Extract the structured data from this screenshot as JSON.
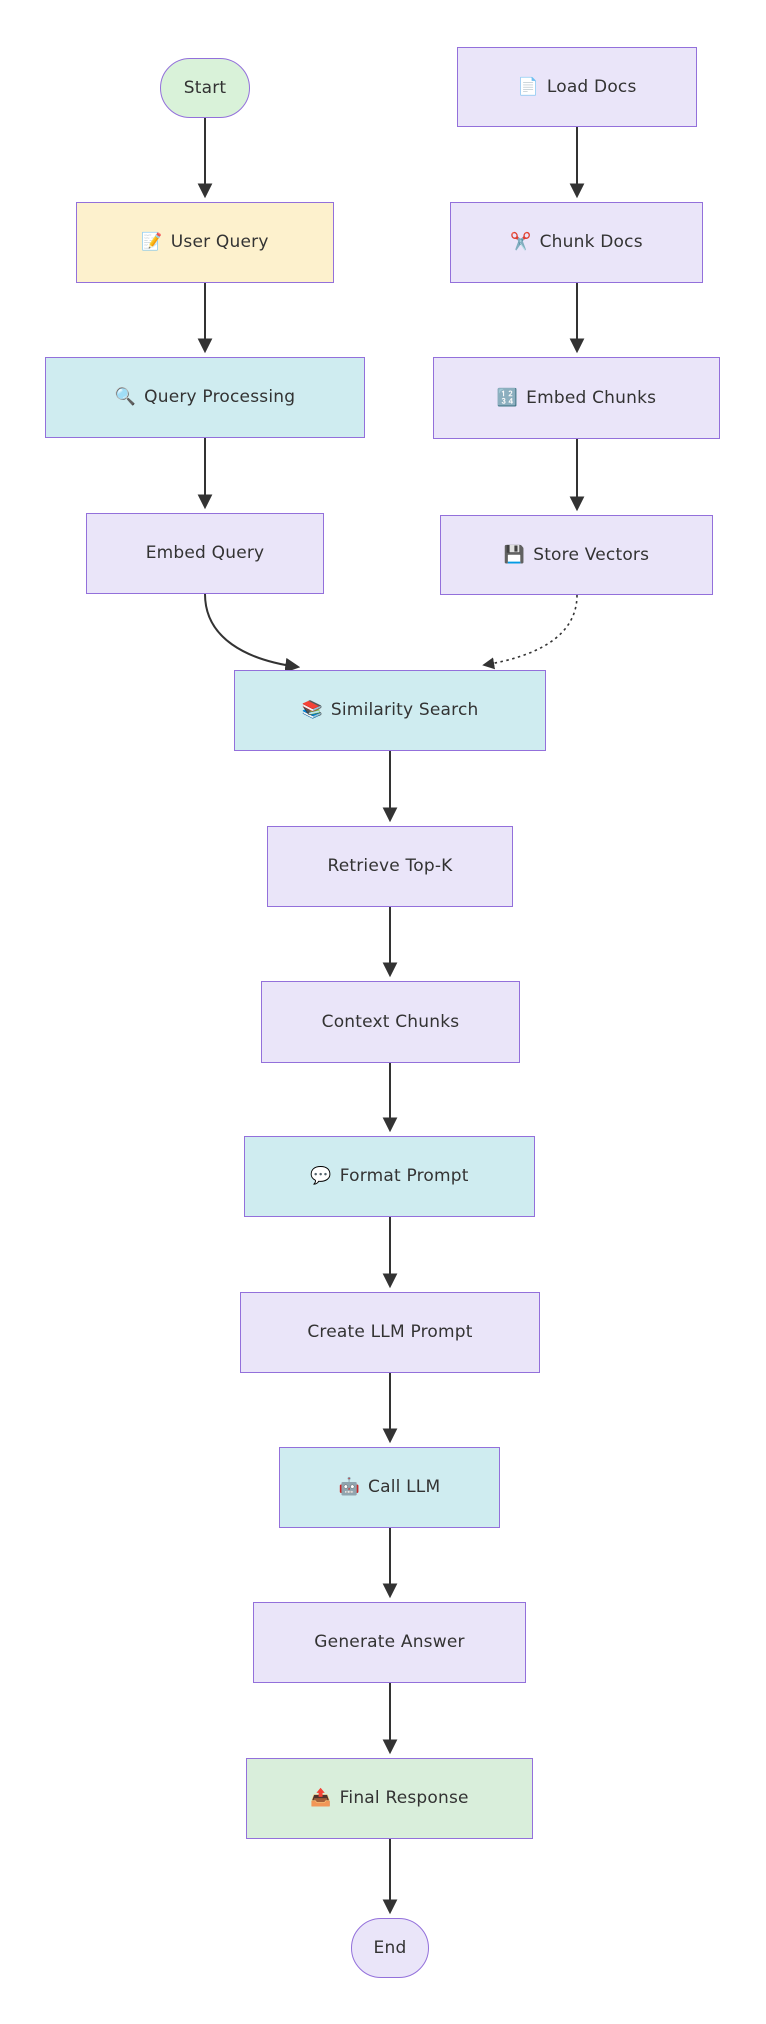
{
  "diagram_type": "flowchart",
  "nodes": {
    "start": {
      "label": "Start",
      "shape": "stadium",
      "fill": "#D9F2D9"
    },
    "load_docs": {
      "label": "Load Docs",
      "icon": "📄",
      "icon_name": "document-icon",
      "shape": "rect",
      "fill": "#EAE5F9"
    },
    "user_query": {
      "label": "User Query",
      "icon": "📝",
      "icon_name": "memo-icon",
      "shape": "rect",
      "fill": "#FDF1CD"
    },
    "chunk_docs": {
      "label": "Chunk Docs",
      "icon": "✂️",
      "icon_name": "scissors-icon",
      "shape": "rect",
      "fill": "#EAE5F9"
    },
    "query_processing": {
      "label": "Query Processing",
      "icon": "🔍",
      "icon_name": "magnifying-glass-icon",
      "shape": "rect",
      "fill": "#CFECF0"
    },
    "embed_chunks": {
      "label": "Embed Chunks",
      "icon": "🔢",
      "icon_name": "input-numbers-icon",
      "shape": "rect",
      "fill": "#EAE5F9"
    },
    "embed_query": {
      "label": "Embed Query",
      "shape": "rect",
      "fill": "#EAE5F9"
    },
    "store_vectors": {
      "label": "Store Vectors",
      "icon": "💾",
      "icon_name": "floppy-disk-icon",
      "shape": "rect",
      "fill": "#EAE5F9"
    },
    "similarity_search": {
      "label": "Similarity Search",
      "icon": "📚",
      "icon_name": "books-icon",
      "shape": "rect",
      "fill": "#CFECF0"
    },
    "retrieve_top_k": {
      "label": "Retrieve Top-K",
      "shape": "rect",
      "fill": "#EAE5F9"
    },
    "context_chunks": {
      "label": "Context Chunks",
      "shape": "rect",
      "fill": "#EAE5F9"
    },
    "format_prompt": {
      "label": "Format Prompt",
      "icon": "💬",
      "icon_name": "speech-balloon-icon",
      "shape": "rect",
      "fill": "#CFECF0"
    },
    "create_llm_prompt": {
      "label": "Create LLM Prompt",
      "shape": "rect",
      "fill": "#EAE5F9"
    },
    "call_llm": {
      "label": "Call LLM",
      "icon": "🤖",
      "icon_name": "robot-icon",
      "shape": "rect",
      "fill": "#CFECF0"
    },
    "generate_answer": {
      "label": "Generate Answer",
      "shape": "rect",
      "fill": "#EAE5F9"
    },
    "final_response": {
      "label": "Final Response",
      "icon": "📤",
      "icon_name": "outbox-tray-icon",
      "shape": "rect",
      "fill": "#D9EEDB"
    },
    "end": {
      "label": "End",
      "shape": "stadium",
      "fill": "#EAE5F9"
    }
  },
  "edges": [
    {
      "from": "Start",
      "to": "User Query",
      "style": "solid"
    },
    {
      "from": "Load Docs",
      "to": "Chunk Docs",
      "style": "solid"
    },
    {
      "from": "User Query",
      "to": "Query Processing",
      "style": "solid"
    },
    {
      "from": "Chunk Docs",
      "to": "Embed Chunks",
      "style": "solid"
    },
    {
      "from": "Query Processing",
      "to": "Embed Query",
      "style": "solid"
    },
    {
      "from": "Embed Chunks",
      "to": "Store Vectors",
      "style": "solid"
    },
    {
      "from": "Embed Query",
      "to": "Similarity Search",
      "style": "solid"
    },
    {
      "from": "Store Vectors",
      "to": "Similarity Search",
      "style": "dotted"
    },
    {
      "from": "Similarity Search",
      "to": "Retrieve Top-K",
      "style": "solid"
    },
    {
      "from": "Retrieve Top-K",
      "to": "Context Chunks",
      "style": "solid"
    },
    {
      "from": "Context Chunks",
      "to": "Format Prompt",
      "style": "solid"
    },
    {
      "from": "Format Prompt",
      "to": "Create LLM Prompt",
      "style": "solid"
    },
    {
      "from": "Create LLM Prompt",
      "to": "Call LLM",
      "style": "solid"
    },
    {
      "from": "Call LLM",
      "to": "Generate Answer",
      "style": "solid"
    },
    {
      "from": "Generate Answer",
      "to": "Final Response",
      "style": "solid"
    },
    {
      "from": "Final Response",
      "to": "End",
      "style": "solid"
    }
  ],
  "colors": {
    "node_border": "#9370DB",
    "lavender_fill": "#EAE5F9",
    "teal_fill": "#CFECF0",
    "yellow_fill": "#FDF1CD",
    "start_fill": "#D9F2D9",
    "final_fill": "#D9EEDB",
    "arrow": "#333333",
    "text": "#333333",
    "background": "#FFFFFF"
  }
}
